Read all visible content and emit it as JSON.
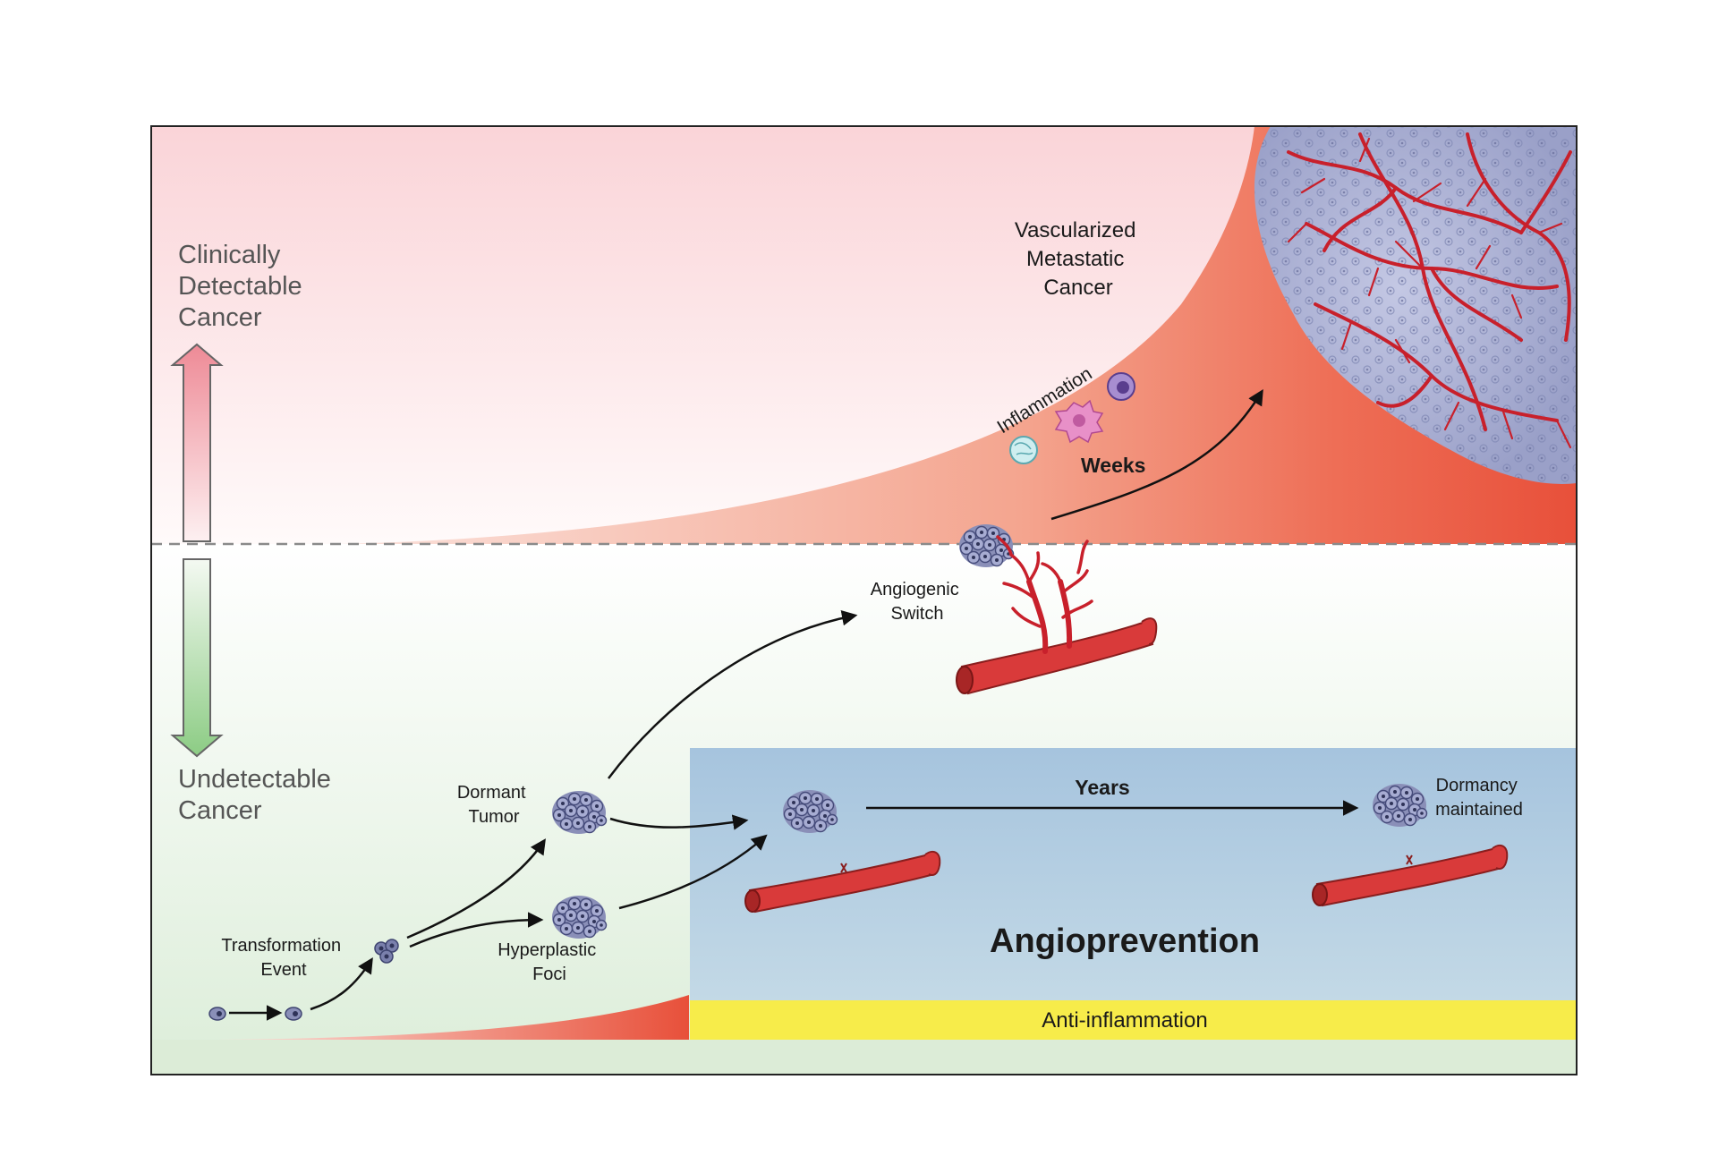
{
  "axis": {
    "detectable": [
      "Clinically",
      "Detectable",
      "Cancer"
    ],
    "undetectable": [
      "Undetectable",
      "Cancer"
    ]
  },
  "labels": {
    "vascularized": [
      "Vascularized",
      "Metastatic",
      "Cancer"
    ],
    "inflammation": "Inflammation",
    "weeks": "Weeks",
    "angiogenic_switch": [
      "Angiogenic",
      "Switch"
    ],
    "dormant_tumor": [
      "Dormant",
      "Tumor"
    ],
    "hyperplastic_foci": [
      "Hyperplastic",
      "Foci"
    ],
    "transformation_event": [
      "Transformation",
      "Event"
    ],
    "years": "Years",
    "dormancy_maintained": [
      "Dormancy",
      "maintained"
    ],
    "angioprevention": "Angioprevention",
    "anti_inflammation": "Anti-inflammation"
  },
  "colors": {
    "tumor_red": "#e8503a",
    "vessel_red": "#d93a3a",
    "prevention_blue": "#b4cde0",
    "anti_inflammation_yellow": "#f7ec4a",
    "tumor_cells": "#8a8fb8"
  }
}
